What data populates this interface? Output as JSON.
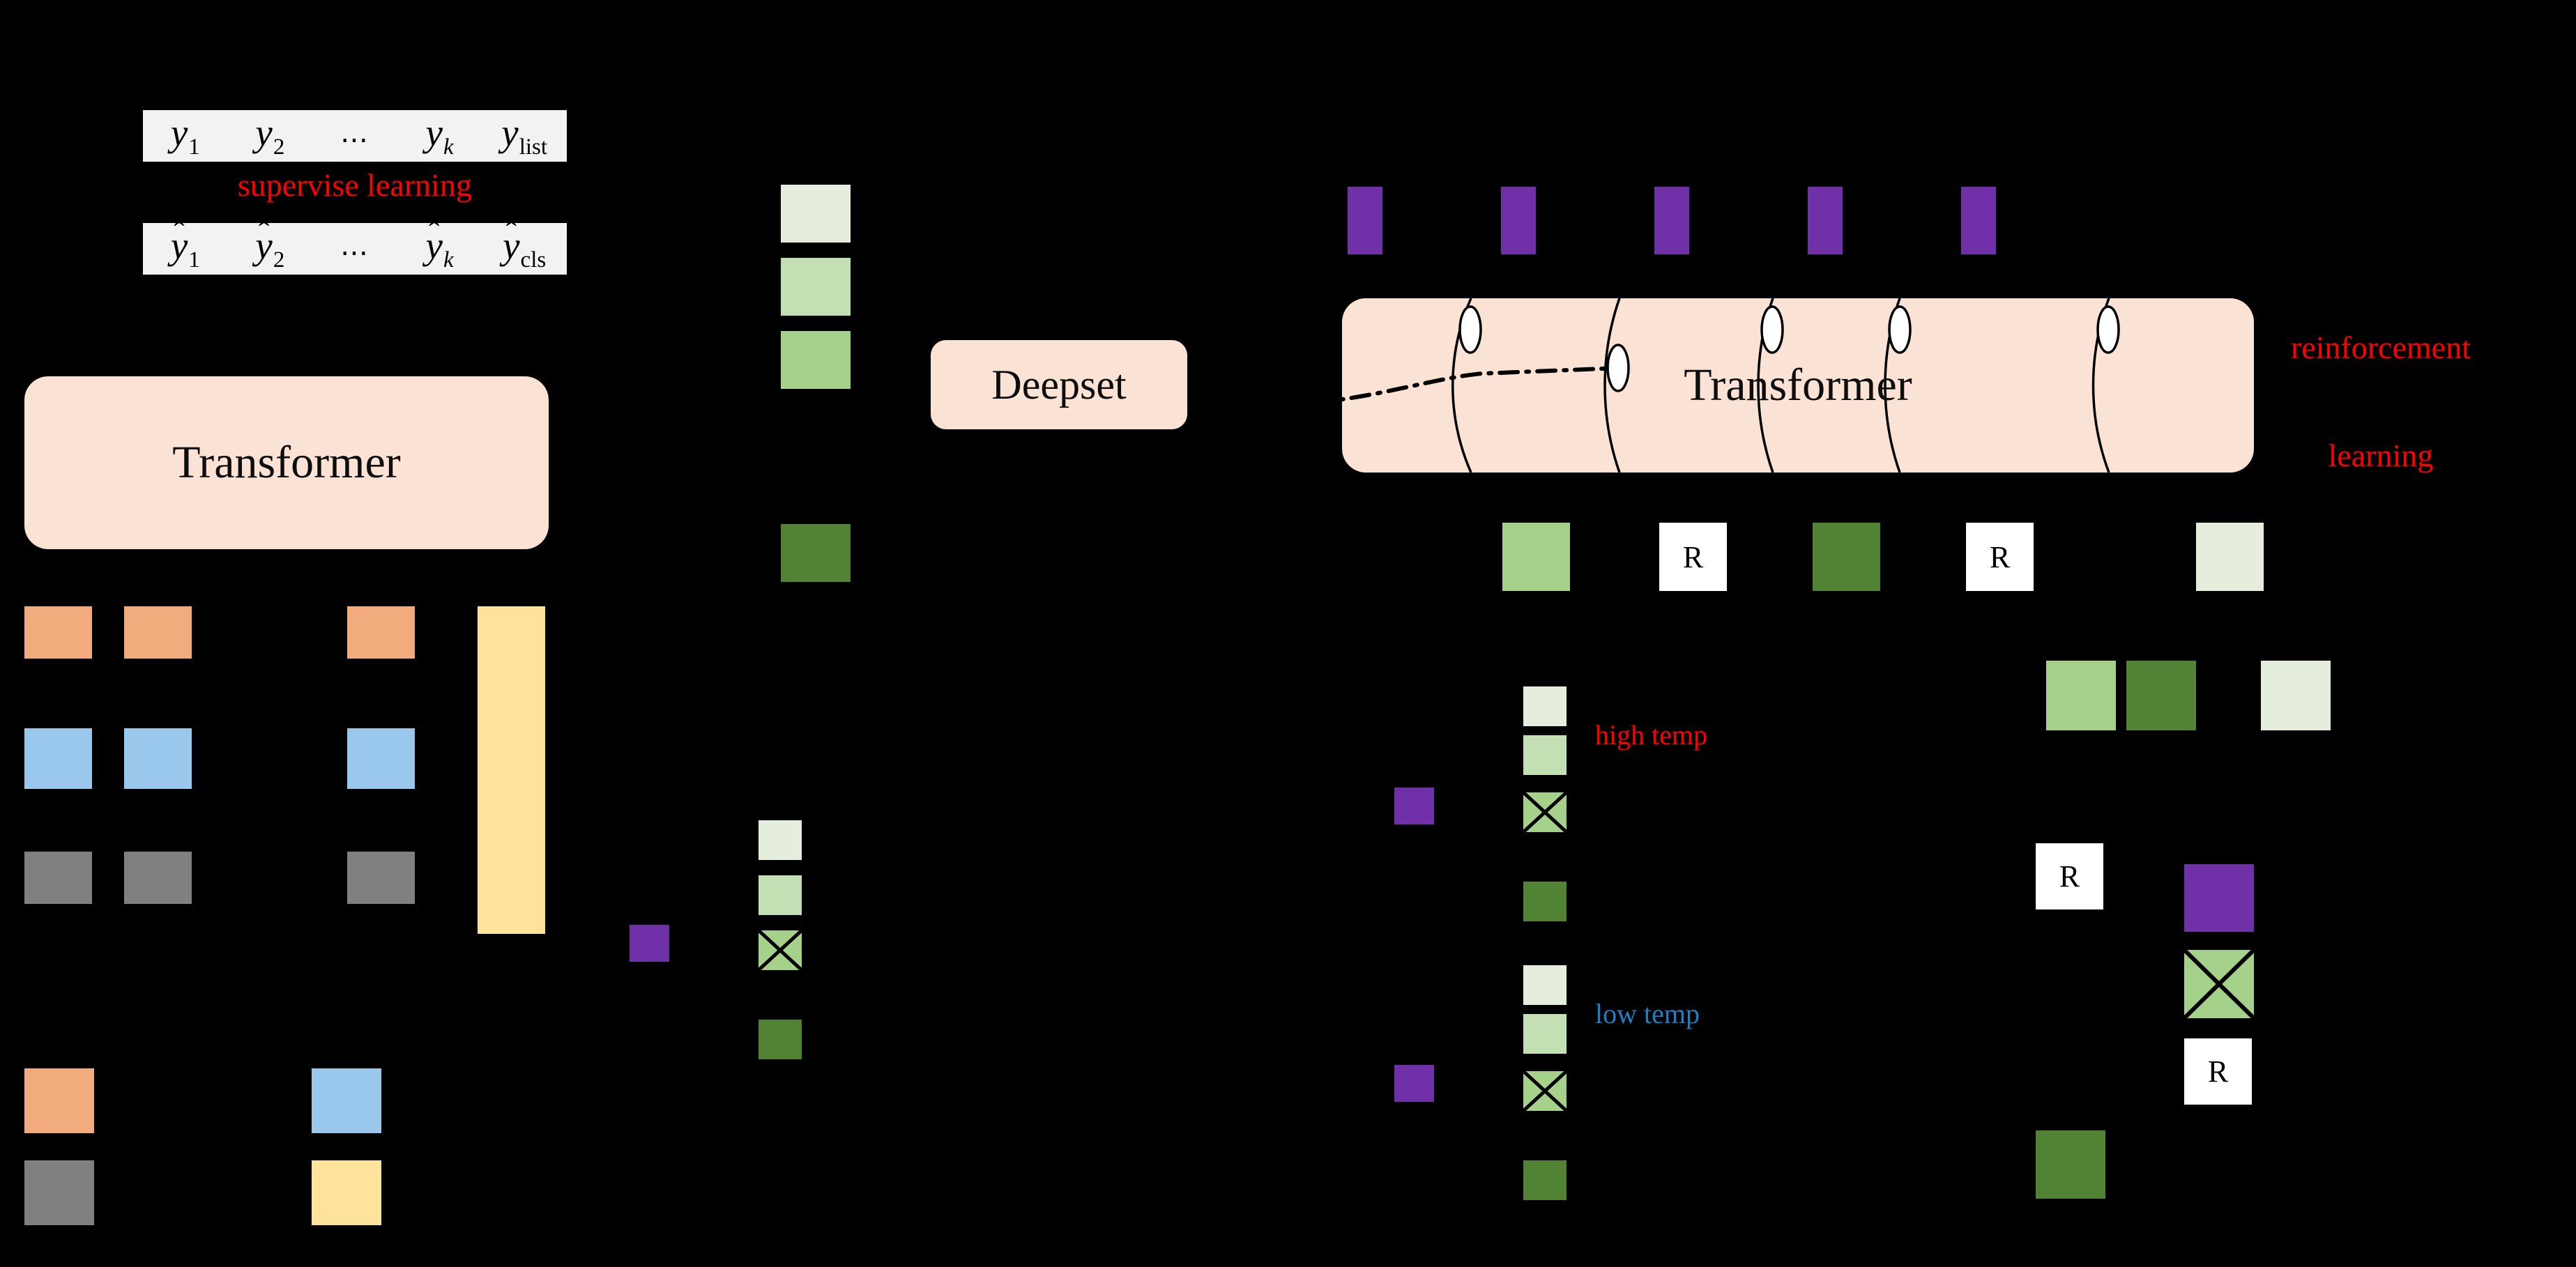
{
  "diagram": {
    "background_color": "#000000",
    "title_modules": {
      "transformer_left": "Transformer",
      "transformer_right": "Transformer",
      "deepset": "Deepset"
    },
    "annotations": {
      "supervise_learning": "supervise learning",
      "supervise_learning_color": "#ff0000",
      "reinforcement_learning_line1": "reinforcement",
      "reinforcement_learning_line2": "learning",
      "reinforcement_learning_color": "#ff0000",
      "high_temp": "high temp",
      "high_temp_color": "#ff0000",
      "low_temp": "low temp",
      "low_temp_color": "#1f7fc4"
    },
    "y_table": {
      "row_true": [
        {
          "base": "y",
          "sub": "1"
        },
        {
          "base": "y",
          "sub": "2"
        },
        {
          "base": "···",
          "sub": ""
        },
        {
          "base": "y",
          "sub": "k"
        },
        {
          "base": "y",
          "sub": "list"
        }
      ],
      "row_pred": [
        {
          "base": "y",
          "sub": "1",
          "hat": true
        },
        {
          "base": "y",
          "sub": "2",
          "hat": true
        },
        {
          "base": "···",
          "sub": "",
          "hat": false
        },
        {
          "base": "y",
          "sub": "k",
          "hat": true
        },
        {
          "base": "y",
          "sub": "cls",
          "hat": true
        }
      ],
      "background": "#f2f2f2"
    },
    "palette": {
      "module_fill": "#fae2d5",
      "orange": "#f2ab7c",
      "blue": "#9ac8ec",
      "gray": "#808080",
      "yellow": "#ffe39b",
      "purple": "#7030a7",
      "green_1_lightest": "#e5eedd",
      "green_2_light": "#c3dfb4",
      "green_3_medium": "#a6d18a",
      "green_4_dark": "#528234",
      "white": "#ffffff",
      "stroke": "#000000"
    },
    "reward_token_label": "R",
    "legend": {
      "items": [
        {
          "color_key": "orange"
        },
        {
          "color_key": "blue"
        },
        {
          "color_key": "gray"
        },
        {
          "color_key": "yellow"
        }
      ]
    },
    "token_grid_left": {
      "rows": [
        "orange",
        "blue",
        "gray"
      ],
      "columns": 3,
      "summary_bar_color": "yellow"
    },
    "green_column_main": [
      "green_1_lightest",
      "green_2_light",
      "green_3_medium",
      "green_4_dark"
    ],
    "temp_columns": {
      "high": [
        "green_1_lightest",
        "green_2_light",
        "green_3_medium",
        "green_4_dark"
      ],
      "low": [
        "green_1_lightest",
        "green_2_light",
        "green_3_medium",
        "green_4_dark"
      ],
      "marked_index": 2
    },
    "transformer_right_attention": {
      "node_count_top": 5,
      "node_count_dashed": 1,
      "curve_count": 5
    },
    "output_row": [
      {
        "type": "token",
        "color_key": "green_3_medium"
      },
      {
        "type": "reward",
        "label": "R"
      },
      {
        "type": "token",
        "color_key": "green_4_dark"
      },
      {
        "type": "reward",
        "label": "R"
      },
      {
        "type": "token",
        "color_key": "green_1_lightest"
      }
    ],
    "selected_tokens_row": [
      "green_3_medium",
      "green_4_dark",
      "green_1_lightest"
    ]
  }
}
